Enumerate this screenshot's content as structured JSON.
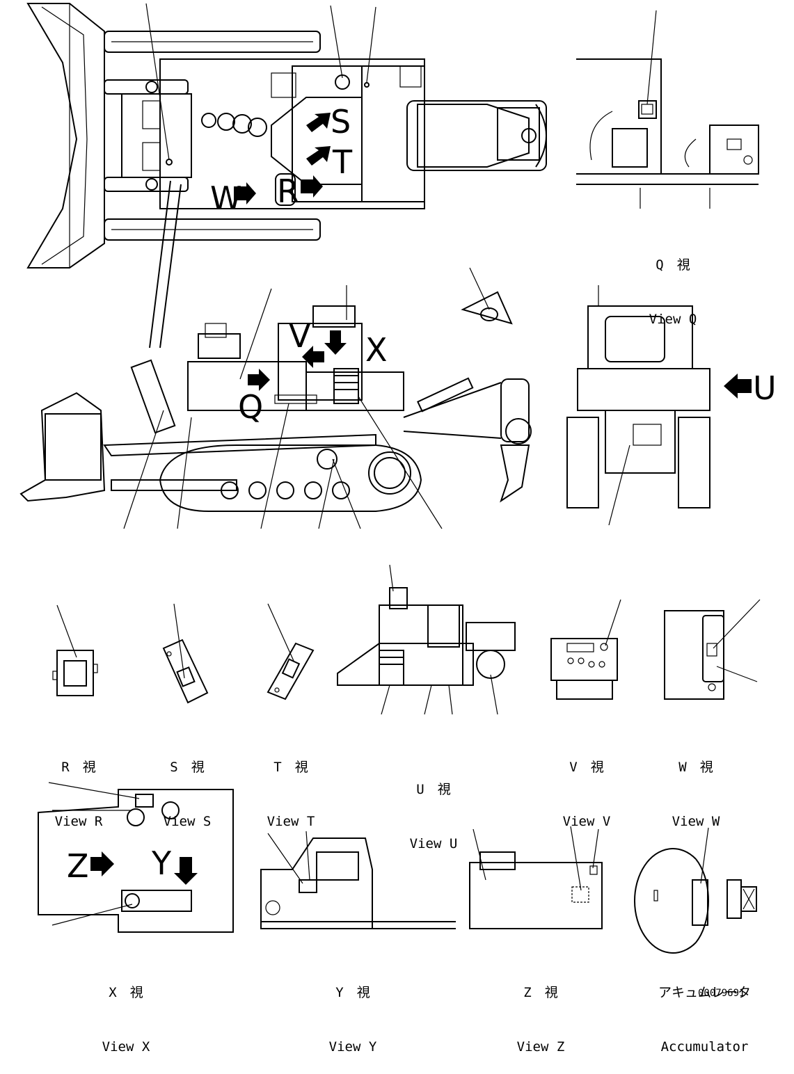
{
  "view_labels": {
    "q": {
      "jp": "Q　視",
      "en": "View Q"
    },
    "r": {
      "jp": "R　視",
      "en": "View R"
    },
    "s": {
      "jp": "S　視",
      "en": "View S"
    },
    "t": {
      "jp": "T　視",
      "en": "View T"
    },
    "u": {
      "jp": "U　視",
      "en": "View U"
    },
    "v": {
      "jp": "V　視",
      "en": "View V"
    },
    "w": {
      "jp": "W　視",
      "en": "View W"
    },
    "x": {
      "jp": "X　視",
      "en": "View X"
    },
    "y": {
      "jp": "Y　視",
      "en": "View Y"
    },
    "z": {
      "jp": "Z　視",
      "en": "View Z"
    },
    "accumulator": {
      "jp": "アキュムレータ",
      "en": "Accumulator"
    }
  },
  "callout_letters": {
    "s": "S",
    "t": "T",
    "w": "W",
    "r": "R",
    "v": "V",
    "x": "X",
    "q": "Q",
    "u": "U",
    "z": "Z",
    "y": "Y"
  },
  "drawing_number": "00079691"
}
